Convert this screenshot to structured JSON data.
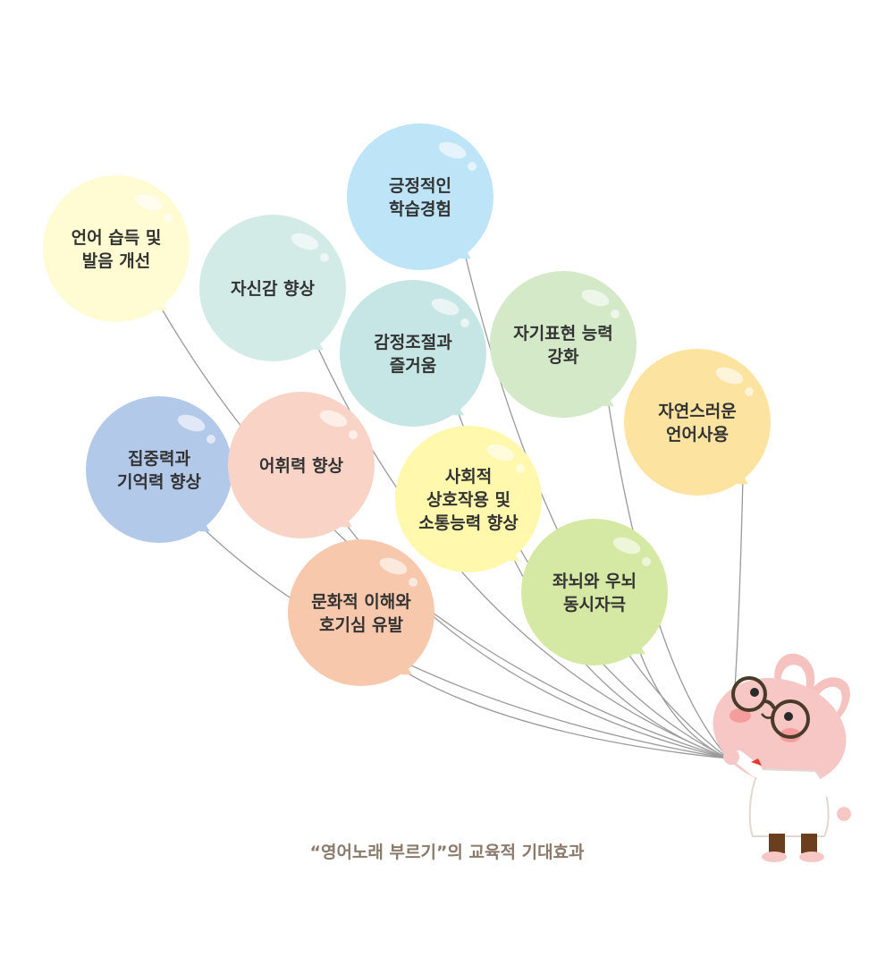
{
  "caption": "“영어노래 부르기”의 교육적 기대효과",
  "colors": {
    "string": "#9a9a9a",
    "text": "#333333",
    "caption": "#8a7a6a"
  },
  "balloons": [
    {
      "id": "language-acquisition",
      "lines": [
        "언어 습득 및",
        "발음 개선"
      ],
      "color": "#fffbd2"
    },
    {
      "id": "confidence",
      "lines": [
        "자신감 향상"
      ],
      "color": "#d3ebe6"
    },
    {
      "id": "positive-learning",
      "lines": [
        "긍정적인",
        "학습경험"
      ],
      "color": "#bde4f7"
    },
    {
      "id": "emotion-control",
      "lines": [
        "감정조절과",
        "즐거움"
      ],
      "color": "#c5e6e4"
    },
    {
      "id": "self-expression",
      "lines": [
        "자기표현 능력",
        "강화"
      ],
      "color": "#d3e9c8"
    },
    {
      "id": "natural-language",
      "lines": [
        "자연스러운",
        "언어사용"
      ],
      "color": "#fde3a0"
    },
    {
      "id": "concentration",
      "lines": [
        "집중력과",
        "기억력 향상"
      ],
      "color": "#b3c9ea"
    },
    {
      "id": "vocabulary",
      "lines": [
        "어휘력 향상"
      ],
      "color": "#f9d4c6"
    },
    {
      "id": "social-interaction",
      "lines": [
        "사회적",
        "상호작용 및",
        "소통능력 향상"
      ],
      "color": "#fff8ad"
    },
    {
      "id": "brain-stimulation",
      "lines": [
        "좌뇌와 우뇌",
        "동시자극"
      ],
      "color": "#d5e9a4"
    },
    {
      "id": "cultural-understanding",
      "lines": [
        "문화적 이해와",
        "호기심 유발"
      ],
      "color": "#f8c8ad"
    }
  ]
}
